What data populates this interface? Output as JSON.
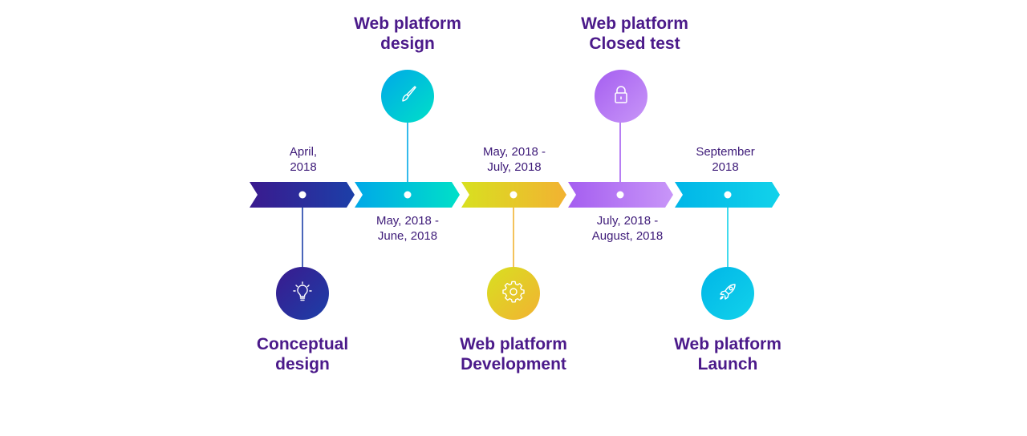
{
  "milestones": [
    {
      "title": "Conceptual\ndesign",
      "date": "April,\n2018",
      "icon": "lightbulb-icon",
      "color_from": "#3a1a8e",
      "color_to": "#1c3fa8"
    },
    {
      "title": "Web platform\ndesign",
      "date": "May, 2018 -\nJune, 2018",
      "icon": "paintbrush-icon",
      "color_from": "#00a8e8",
      "color_to": "#00e0c8"
    },
    {
      "title": "Web platform\nDevelopment",
      "date": "May, 2018 -\nJuly, 2018",
      "icon": "gear-icon",
      "color_from": "#d8e020",
      "color_to": "#f2b232"
    },
    {
      "title": "Web platform\nClosed test",
      "date": "July, 2018 -\nAugust, 2018",
      "icon": "lock-icon",
      "color_from": "#a55ef0",
      "color_to": "#c896f8"
    },
    {
      "title": "Web platform\nLaunch",
      "date": "September\n2018",
      "icon": "rocket-icon",
      "color_from": "#00b6e8",
      "color_to": "#12d2ea"
    }
  ]
}
